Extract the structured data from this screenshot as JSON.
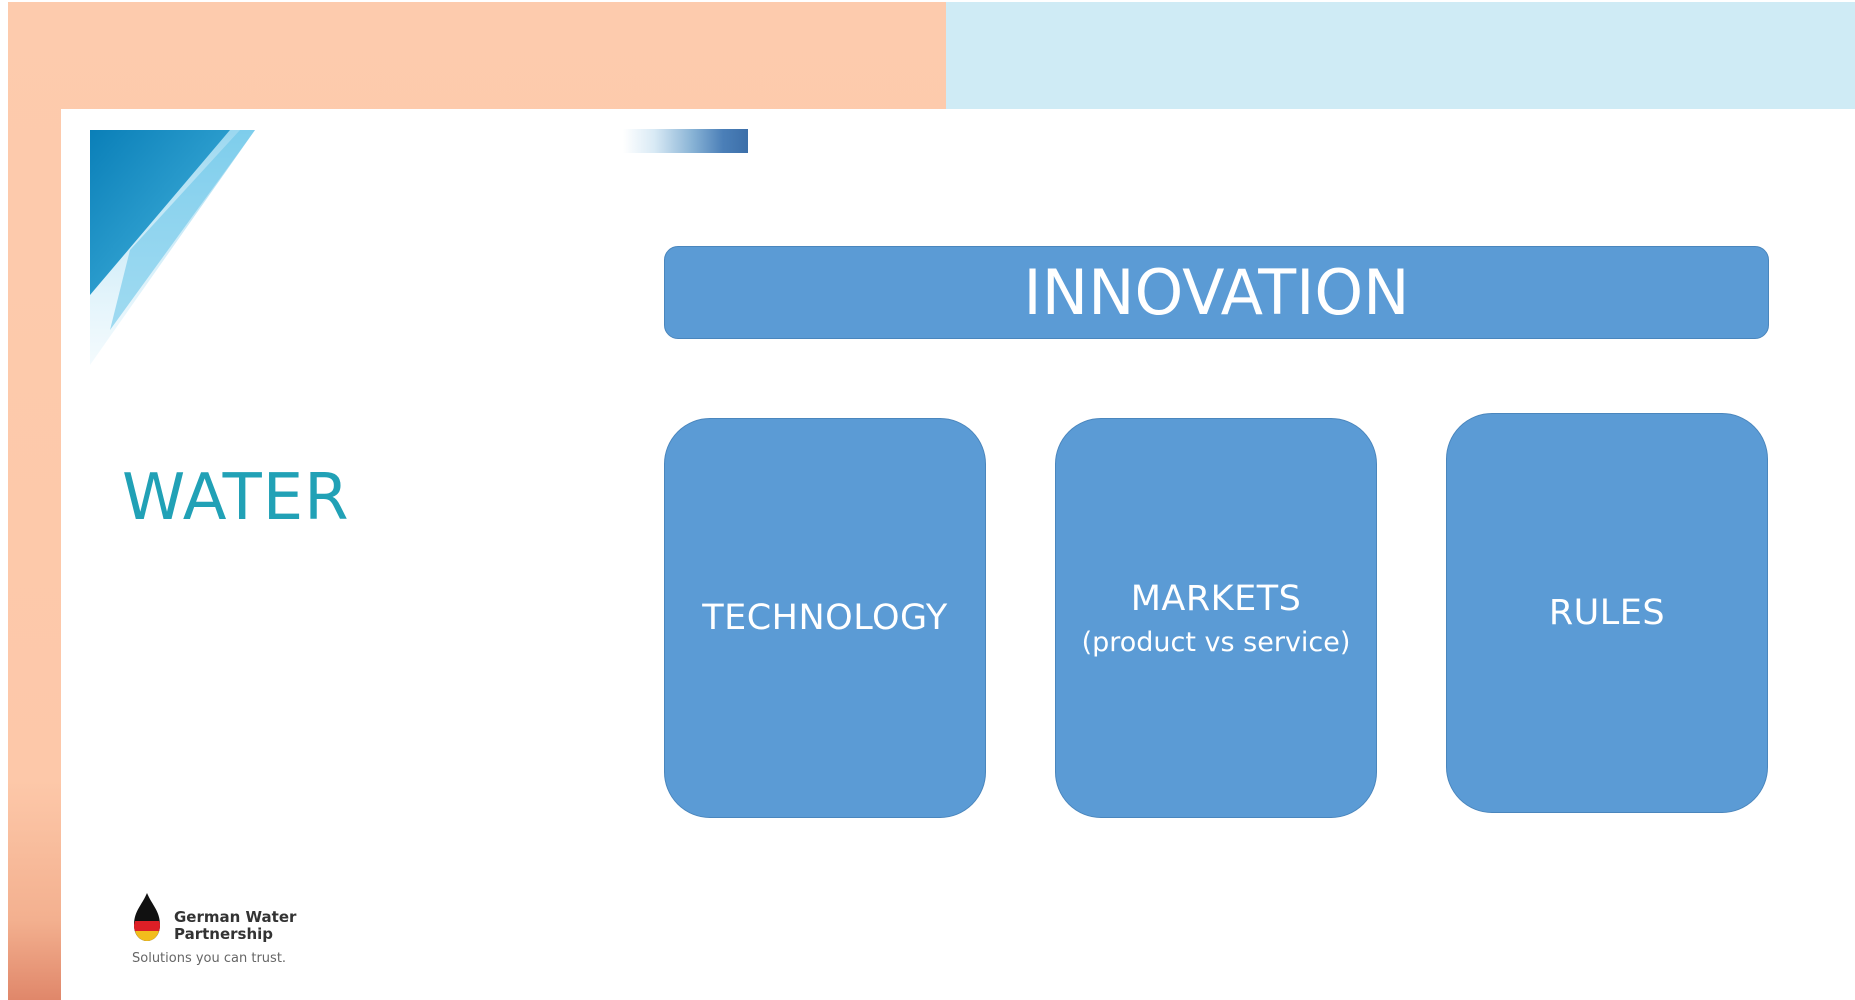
{
  "slide": {
    "title": "WATER",
    "logo": {
      "name": "German Water Partnership",
      "tagline": "Solutions you can trust."
    }
  },
  "diagram": {
    "top": "INNOVATION",
    "boxes": [
      {
        "title": "TECHNOLOGY",
        "subtitle": ""
      },
      {
        "title": "MARKETS",
        "subtitle": "(product vs service)"
      },
      {
        "title": "RULES",
        "subtitle": ""
      }
    ]
  },
  "colors": {
    "box_fill": "#5b9bd5",
    "title_teal": "#21a1b6",
    "background_peach": "#fdcbad",
    "background_light_blue": "#cfebf5"
  }
}
